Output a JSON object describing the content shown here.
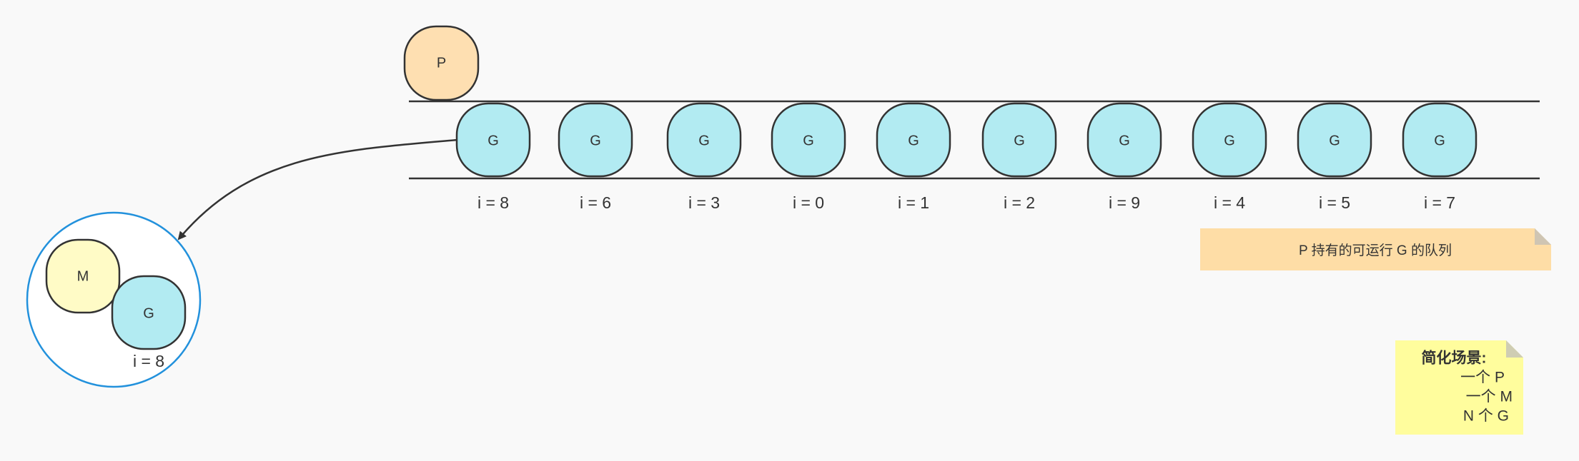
{
  "processor": {
    "label": "P"
  },
  "queue": {
    "items": [
      {
        "label": "G",
        "index": "i = 8"
      },
      {
        "label": "G",
        "index": "i = 6"
      },
      {
        "label": "G",
        "index": "i = 3"
      },
      {
        "label": "G",
        "index": "i = 0"
      },
      {
        "label": "G",
        "index": "i = 1"
      },
      {
        "label": "G",
        "index": "i = 2"
      },
      {
        "label": "G",
        "index": "i = 9"
      },
      {
        "label": "G",
        "index": "i = 4"
      },
      {
        "label": "G",
        "index": "i = 5"
      },
      {
        "label": "G",
        "index": "i = 7"
      }
    ]
  },
  "running": {
    "machine": "M",
    "goroutine": "G",
    "index": "i = 8"
  },
  "notes": {
    "queue_note": "P 持有的可运行 G 的队列",
    "scenario_title": "简化场景:",
    "scenario_lines": [
      "一个 P",
      "一个 M",
      "N 个 G"
    ]
  },
  "colors": {
    "background": "#f9f9f9",
    "processor_fill": "#fedfb1",
    "goroutine_fill": "#b2ebf2",
    "machine_fill": "#fffbc6",
    "running_ring": "#2291dc",
    "queue_note_fill": "#fedda6",
    "scenario_note_fill": "#fffd9d",
    "stroke": "#333333"
  }
}
